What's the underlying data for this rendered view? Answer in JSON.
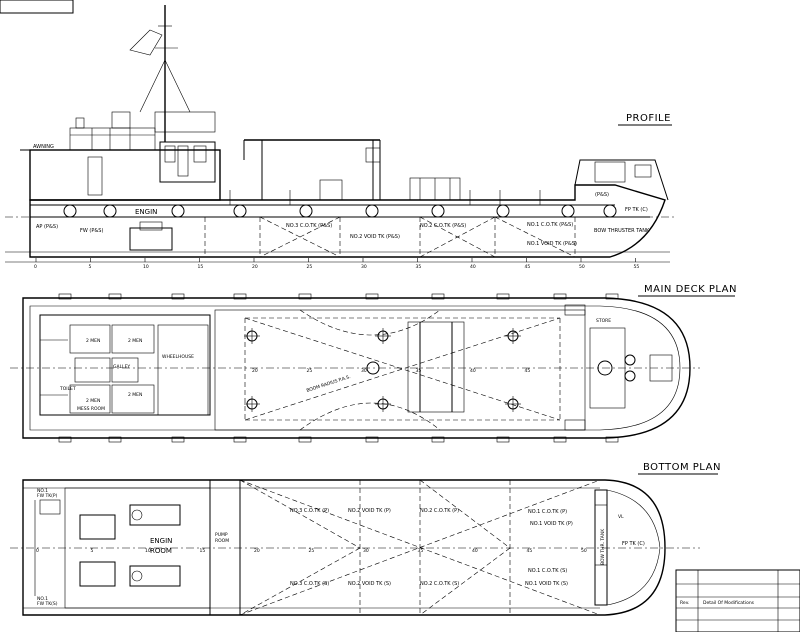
{
  "views": {
    "profile": {
      "title": "PROFILE"
    },
    "main_deck": {
      "title": "MAIN DECK PLAN"
    },
    "bottom": {
      "title": "BOTTOM PLAN"
    }
  },
  "profile_labels": {
    "awning": "AWNING",
    "engine": "ENGIN",
    "fw_ps": "FW (P&S)",
    "ap": "AP (P&S)",
    "tank3": "NO.3 C.O.TK (P&S)",
    "void2": "NO.2 VOID TK (P&S)",
    "tank2": "NO.2 C.O.TK (P&S)",
    "tank1": "NO.1 C.O.TK (P&S)",
    "void1": "NO.1 VOID TK (P&S)",
    "fp": "FP TK (C)",
    "thruster": "BOW THRUSTER TANK",
    "ps": "(P&S)"
  },
  "frame_numbers": [
    "0",
    "5",
    "10",
    "15",
    "20",
    "25",
    "30",
    "35",
    "40",
    "45",
    "50",
    "55"
  ],
  "deck_labels": {
    "men_a": "2 MEN",
    "men_b": "2 MEN",
    "men_c": "2 MEN",
    "men_d": "2 MEN",
    "wheelhouse": "WHEELHOUSE",
    "galley": "GALLEY",
    "mess": "MESS ROOM",
    "radius": "BOOM RADIUS P.A.S.",
    "store": "STORE",
    "toilet": "TOILET"
  },
  "deck_frames": [
    "20",
    "25",
    "30",
    "35",
    "40",
    "45"
  ],
  "bottom_labels": {
    "fw_p": "NO.1\nFW TK(P)",
    "fw_p1": "NO.1",
    "fw_p2": "FW TK(P)",
    "fw_s1": "NO.1",
    "fw_s2": "FW TK(S)",
    "engine1": "ENGIN",
    "engine2": "ROOM",
    "pump1": "PUMP",
    "pump2": "ROOM",
    "tank3p": "NO.3 C.O.TK (P)",
    "void2p": "NO.2 VOID TK (P)",
    "tank2p": "NO.2 C.O.TK (P)",
    "tank1p": "NO.1 C.O.TK (P)",
    "void1p": "NO.1 VOID TK (P)",
    "tank3s": "NO.3 C.O.TK (S)",
    "void2s": "NO.2 VOID TK (S)",
    "tank2s": "NO.2 C.O.TK (S)",
    "tank1s": "NO.1 C.O.TK (S)",
    "void1s": "NO.1 VOID TK (S)",
    "fp": "FP TK (C)",
    "thruster": "BOW THR. TANK",
    "vl": "VL"
  },
  "bottom_frames": [
    "0",
    "5",
    "10",
    "15",
    "20",
    "25",
    "30",
    "35",
    "40",
    "45",
    "50"
  ],
  "title_block": {
    "rev": "Rev.",
    "detail": "Detail Of Modifications"
  }
}
